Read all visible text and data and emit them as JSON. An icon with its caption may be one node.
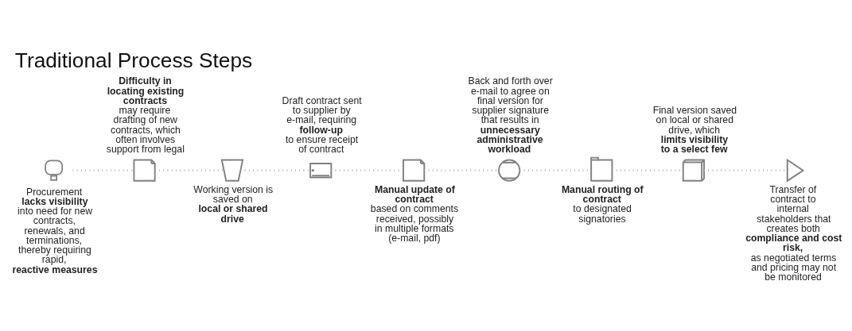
{
  "diagram": {
    "title": "Traditional Process Steps",
    "nodes": [
      {
        "text": [],
        "shape": "picture",
        "beside": [
          "Procurement **lacks visibility** into need for new contracts, renewals, and terminations, thereby requiring rapid, **reactive measures**"
        ]
      },
      {
        "text": [],
        "shape": "picture",
        "beside": [
          "**Difficulty in locating existing contracts** may require drafting of new contracts, which often involves support from legal"
        ]
      },
      {
        "text": [],
        "shape": "picture",
        "beside": [
          "Working version is saved on **local or shared drive**"
        ]
      },
      {
        "text": [],
        "shape": "picture",
        "beside": [
          "Draft contract sent to supplier by e-mail, requiring **follow-up** to ensure receipt of contract"
        ]
      },
      {
        "text": [],
        "shape": "picture",
        "beside": [
          "**Manual update of contract** based on comments received, possibly in multiple formats (e-mail, pdf)"
        ]
      },
      {
        "text": [],
        "shape": "picture",
        "beside": [
          "Back and forth over e-mail to agree on final version for supplier signature that results in **unnecessary administrative workload**"
        ]
      },
      {
        "text": [],
        "shape": "picture",
        "beside": [
          "**Manual routing of contract** to designated signatories"
        ]
      },
      {
        "text": [],
        "shape": "picture",
        "beside": [
          "Final version saved on local or shared drive, which **limits visibility to a select few**"
        ]
      },
      {
        "text": [],
        "shape": "picture",
        "beside": [
          "Transfer of contract to internal stakeholders that creates both **compliance and cost risk,** as negotiated terms and pricing may not be monitored"
        ]
      }
    ],
    "edges": [
      {
        "from": 0,
        "to": 1,
        "arrow": "none"
      },
      {
        "from": 1,
        "to": 2,
        "arrow": "none"
      },
      {
        "from": 2,
        "to": 3,
        "arrow": "none"
      },
      {
        "from": 3,
        "to": 4,
        "arrow": "none"
      },
      {
        "from": 4,
        "to": 5,
        "arrow": "none"
      },
      {
        "from": 5,
        "to": 6,
        "arrow": "none"
      },
      {
        "from": 6,
        "to": 7,
        "arrow": "none"
      },
      {
        "from": 7,
        "to": 8,
        "arrow": "none"
      }
    ]
  }
}
